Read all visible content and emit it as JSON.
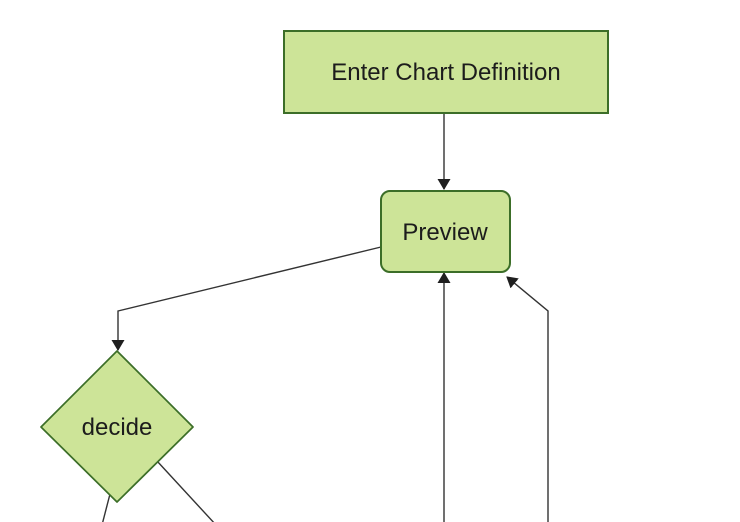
{
  "diagram": {
    "type": "flowchart",
    "background": "#ffffff",
    "theme": {
      "node_fill": "#cde498",
      "node_border": "#3c6e28",
      "edge_color": "#333333",
      "arrowhead_color": "#1f1f1f",
      "text_color": "#1c1c1c"
    },
    "nodes": [
      {
        "id": "enter-chart-definition",
        "label": "Enter Chart Definition",
        "shape": "rectangle"
      },
      {
        "id": "preview",
        "label": "Preview",
        "shape": "rounded-rectangle"
      },
      {
        "id": "decide",
        "label": "decide",
        "shape": "diamond"
      }
    ],
    "edges": [
      {
        "from": "enter-chart-definition",
        "to": "preview",
        "arrowhead": true
      },
      {
        "from": "preview",
        "to": "decide",
        "arrowhead": true
      },
      {
        "from": "offscreen-bottom",
        "to": "preview",
        "arrowhead": true,
        "note": "vertical line entering bottom of Preview"
      },
      {
        "from": "offscreen-bottom",
        "to": "preview",
        "arrowhead": true,
        "note": "bent line entering bottom-right corner of Preview"
      },
      {
        "from": "decide",
        "to": "offscreen-bottom-left",
        "arrowhead": false
      },
      {
        "from": "decide",
        "to": "offscreen-bottom-right",
        "arrowhead": false
      }
    ]
  }
}
